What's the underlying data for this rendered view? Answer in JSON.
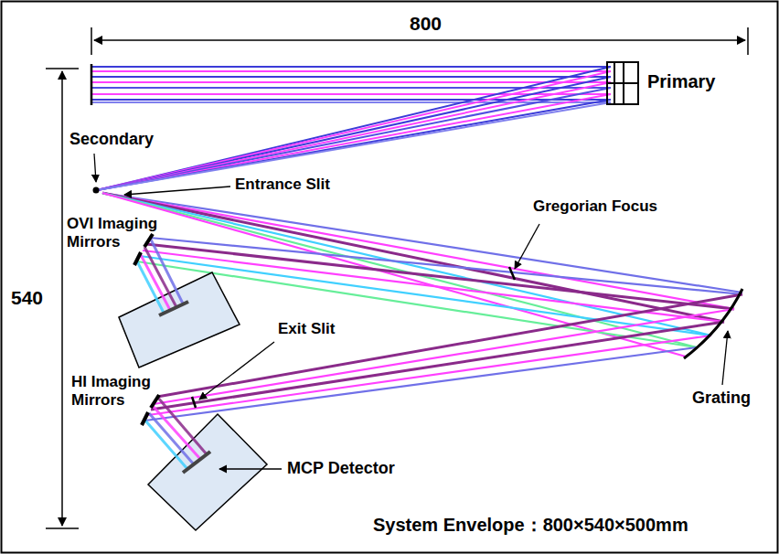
{
  "diagram": {
    "labels": [
      "800",
      "540",
      "Primary",
      "Secondary",
      "Entrance Slit",
      "OVI Imaging Mirrors",
      "Gregorian Focus",
      "Exit Slit",
      "HI Imaging Mirrors",
      "Grating",
      "MCP Detector",
      "System Envelope：800×540×500mm"
    ]
  }
}
